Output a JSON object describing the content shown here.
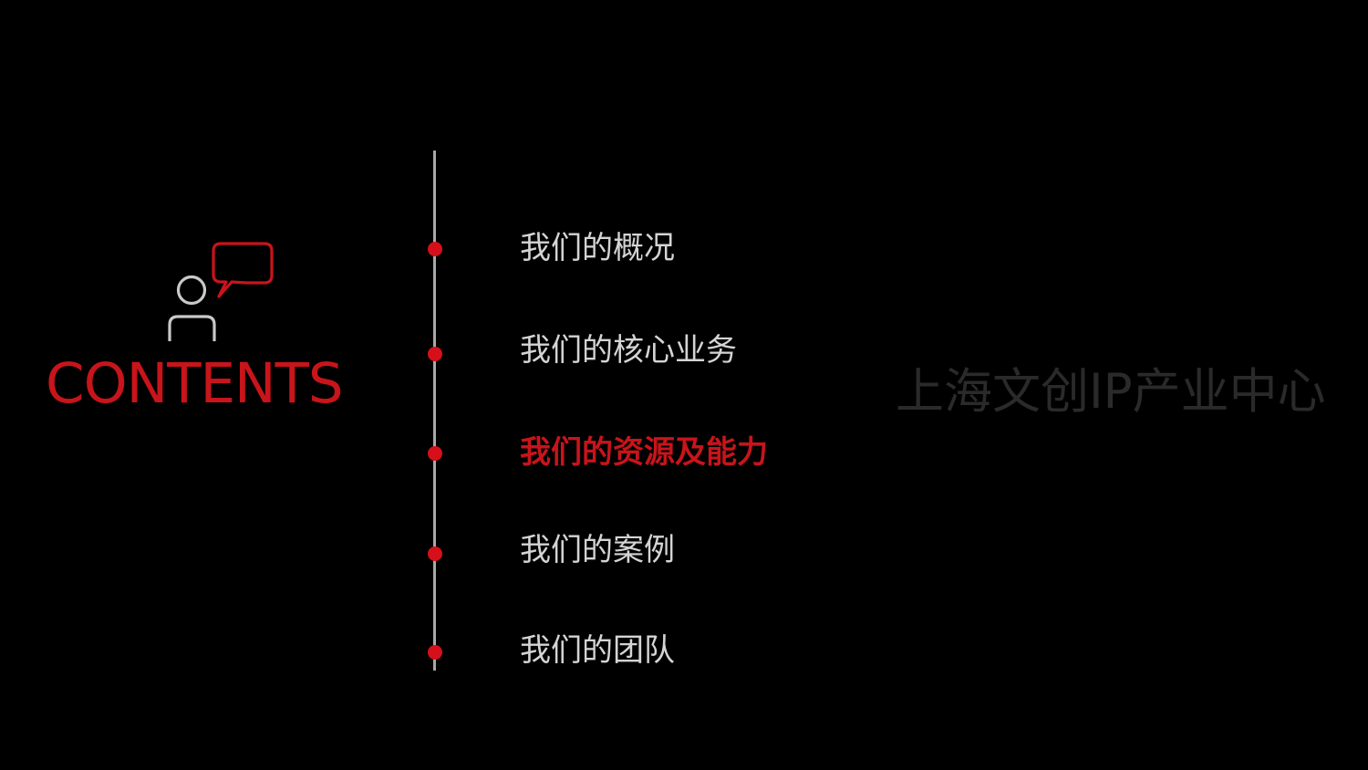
{
  "slide": {
    "title": "CONTENTS",
    "watermark": "上海文创IP产业中心",
    "icon": "person-speech-bubble-icon",
    "colors": {
      "background": "#000000",
      "accent": "#c8141b",
      "item_text": "#d4d4d4",
      "timeline": "#a8a8a8",
      "watermark": "#2a2a2a"
    },
    "items": [
      {
        "label": "我们的概况",
        "active": false
      },
      {
        "label": "我们的核心业务",
        "active": false
      },
      {
        "label": "我们的资源及能力",
        "active": true
      },
      {
        "label": "我们的案例",
        "active": false
      },
      {
        "label": "我们的团队",
        "active": false
      }
    ]
  }
}
